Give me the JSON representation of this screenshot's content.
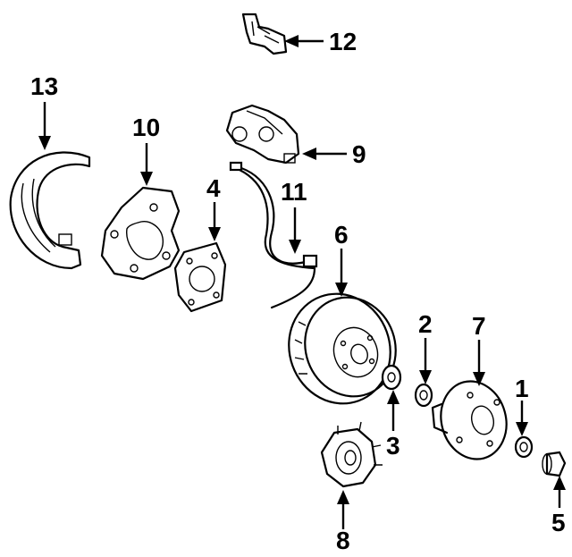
{
  "diagram": {
    "callouts": [
      {
        "id": "1",
        "text": "1"
      },
      {
        "id": "2",
        "text": "2"
      },
      {
        "id": "3",
        "text": "3"
      },
      {
        "id": "4",
        "text": "4"
      },
      {
        "id": "5",
        "text": "5"
      },
      {
        "id": "6",
        "text": "6"
      },
      {
        "id": "7",
        "text": "7"
      },
      {
        "id": "8",
        "text": "8"
      },
      {
        "id": "9",
        "text": "9"
      },
      {
        "id": "10",
        "text": "10"
      },
      {
        "id": "11",
        "text": "11"
      },
      {
        "id": "12",
        "text": "12"
      },
      {
        "id": "13",
        "text": "13"
      }
    ]
  }
}
